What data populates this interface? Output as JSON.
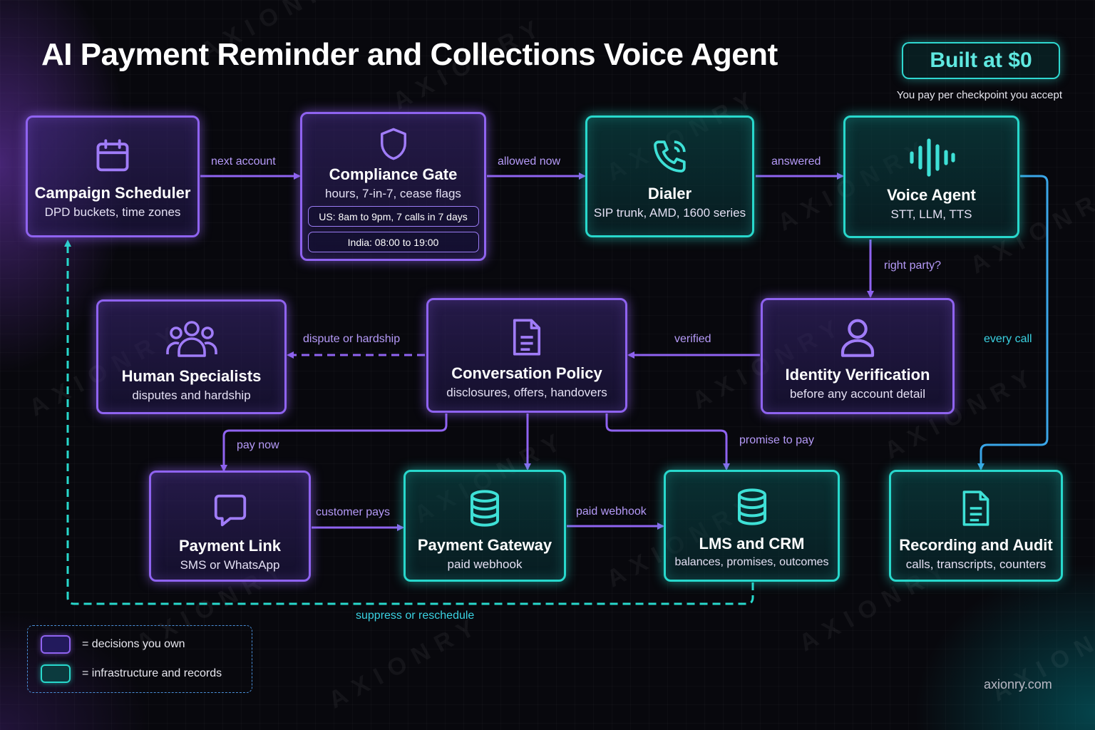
{
  "header": {
    "title": "AI Payment Reminder and Collections Voice Agent",
    "badge": "Built at $0",
    "badge_sub": "You pay per checkpoint you accept"
  },
  "nodes": {
    "campaign_scheduler": {
      "title": "Campaign Scheduler",
      "sub": "DPD buckets, time zones",
      "icon": "calendar-icon",
      "group": "decisions"
    },
    "compliance_gate": {
      "title": "Compliance Gate",
      "sub": "hours, 7-in-7, cease flags",
      "icon": "shield-icon",
      "group": "decisions",
      "rules": [
        "US: 8am to 9pm, 7 calls in 7 days",
        "India: 08:00 to 19:00"
      ]
    },
    "dialer": {
      "title": "Dialer",
      "sub": "SIP trunk, AMD, 1600 series",
      "icon": "phone-icon",
      "group": "infrastructure"
    },
    "voice_agent": {
      "title": "Voice Agent",
      "sub": "STT, LLM, TTS",
      "icon": "waveform-icon",
      "group": "infrastructure"
    },
    "human_specialists": {
      "title": "Human Specialists",
      "sub": "disputes and hardship",
      "icon": "users-icon",
      "group": "decisions"
    },
    "conversation_policy": {
      "title": "Conversation Policy",
      "sub": "disclosures, offers, handovers",
      "icon": "document-icon",
      "group": "decisions"
    },
    "identity_verification": {
      "title": "Identity Verification",
      "sub": "before any account detail",
      "icon": "user-icon",
      "group": "decisions"
    },
    "payment_link": {
      "title": "Payment Link",
      "sub": "SMS or WhatsApp",
      "icon": "chat-bubble-icon",
      "group": "decisions"
    },
    "payment_gateway": {
      "title": "Payment Gateway",
      "sub": "paid webhook",
      "icon": "database-icon",
      "group": "infrastructure"
    },
    "lms_crm": {
      "title": "LMS and CRM",
      "sub": "balances, promises, outcomes",
      "icon": "database-icon",
      "group": "infrastructure"
    },
    "recording_audit": {
      "title": "Recording and Audit",
      "sub": "calls, transcripts, counters",
      "icon": "document-icon",
      "group": "infrastructure"
    }
  },
  "edges": {
    "next_account": "next account",
    "allowed_now": "allowed now",
    "answered": "answered",
    "right_party": "right party?",
    "verified": "verified",
    "dispute_or_hardship": "dispute or hardship",
    "every_call": "every call",
    "pay_now": "pay now",
    "promise_to_pay": "promise to pay",
    "customer_pays": "customer pays",
    "paid_webhook": "paid webhook",
    "suppress_or_reschedule": "suppress or reschedule"
  },
  "legend": {
    "decisions": "= decisions you own",
    "infrastructure": "= infrastructure and records"
  },
  "footer": "axionry.com",
  "watermark": "AXIONRY",
  "colors": {
    "decisions": "#8f63f0",
    "infrastructure": "#28d8cc",
    "background": "#08080d"
  }
}
